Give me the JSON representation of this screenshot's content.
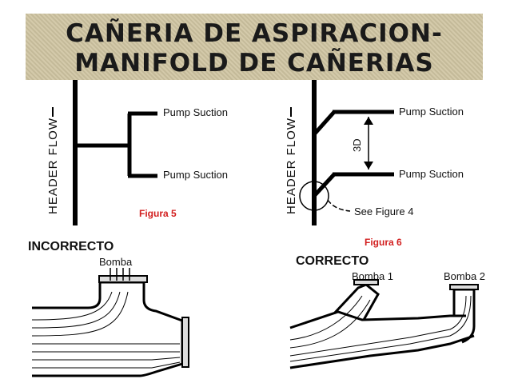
{
  "title": {
    "line1": "CAÑERIA DE ASPIRACION-",
    "line2": "MANIFOLD DE CAÑERIAS"
  },
  "figure5": {
    "header_flow": "HEADER FLOW",
    "pump_suction_top": "Pump Suction",
    "pump_suction_bottom": "Pump Suction",
    "caption": "Figura 5"
  },
  "figure6": {
    "header_flow": "HEADER FLOW",
    "pump_suction_top": "Pump Suction",
    "pump_suction_bottom": "Pump Suction",
    "dimension": "3D",
    "see_figure": "See Figure 4",
    "caption": "Figura 6"
  },
  "incorrect": {
    "label": "INCORRECTO",
    "pump_label": "Bomba"
  },
  "correct": {
    "label": "CORRECTO",
    "pump1_label": "Bomba 1",
    "pump2_label": "Bomba 2"
  },
  "colors": {
    "title_band": "#cfc4a1",
    "caption_red": "#d21f1f"
  }
}
